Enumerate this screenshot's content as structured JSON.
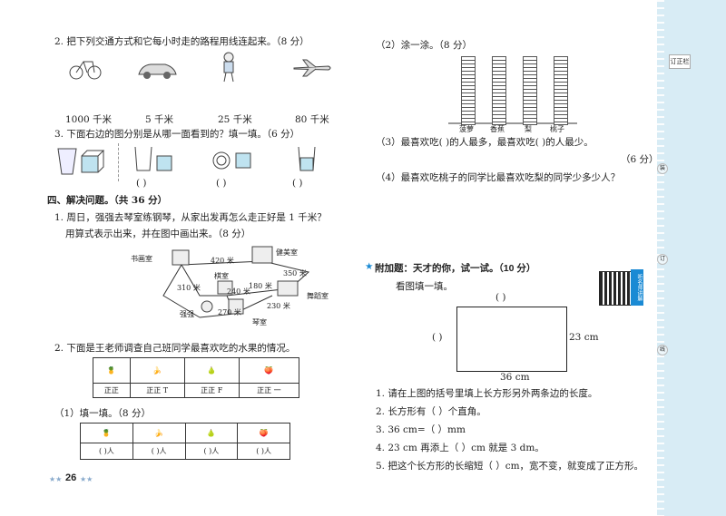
{
  "q2_title": "2. 把下列交通方式和它每小时走的路程用线连起来。（8 分）",
  "q2_items": [
    "bicycle-icon",
    "car-icon",
    "person-walking-icon",
    "airplane-icon"
  ],
  "q2_speeds": [
    "1000 千米",
    "5 千米",
    "25 千米",
    "80 千米"
  ],
  "q3_title": "3. 下面右边的图分别是从哪一面看到的？填一填。（6 分）",
  "q3_blank": "(    )",
  "s4_title": "四、解决问题。（共 36 分）",
  "p1_line1": "1. 周日，强强去琴室练钢琴，从家出发再怎么走正好是 1 千米？",
  "p1_line2": "用算式表示出来，并在图中画出来。（8 分）",
  "map": {
    "library": "书画室",
    "gym": "健美室",
    "chess": "棋室",
    "dance": "舞蹈室",
    "home": "强强",
    "piano": "琴室",
    "d1": "420 米",
    "d2": "350 米",
    "d3": "180 米",
    "d4": "240 米",
    "d5": "310 米",
    "d6": "230 米",
    "d7": "270 米"
  },
  "p2_title": "2. 下面是王老师调查自己班同学最喜欢吃的水果的情况。",
  "tally": [
    "正正",
    "正正 T",
    "正正 F",
    "正正 一"
  ],
  "fruit_icons": [
    "pineapple-icon",
    "banana-icon",
    "pear-icon",
    "peach-icon"
  ],
  "fill1_title": "（1）填一填。（8 分）",
  "fill_unit": "(    )人",
  "page_num": "26",
  "r_paint": "（2）涂一涂。（8 分）",
  "chart_data": {
    "type": "bar",
    "categories": [
      "菠萝",
      "香蕉",
      "梨",
      "桃子"
    ],
    "values": [],
    "title": "",
    "xlabel": "",
    "ylabel": ""
  },
  "r_q3": "（3）最喜欢吃(        )的人最多，最喜欢吃(        )的人最少。",
  "r_q3_score": "（6 分）",
  "r_q4": "（4）最喜欢吃桃子的同学比最喜欢吃梨的同学少多少人？",
  "bonus_star": "★",
  "bonus_title": "附加题：天才的你，试一试。（10 分）",
  "bonus_sub": "看图填一填。",
  "rect_top": "(        )",
  "rect_left": "(    )",
  "rect_right": "23 cm",
  "rect_bottom": "36 cm",
  "b1": "1. 请在上图的括号里填上长方形另外两条边的长度。",
  "b2": "2. 长方形有（     ）个直角。",
  "b3": "3. 36 cm=（      ）mm",
  "b4": "4. 23 cm 再添上（      ）cm 就是 3 dm。",
  "b5": "5. 把这个长方形的长缩短（      ）cm，宽不变，就变成了正方形。",
  "side_tag": "订正栏",
  "qr_label": "听名师讲解",
  "side_marks": [
    "装",
    "订",
    "线"
  ]
}
